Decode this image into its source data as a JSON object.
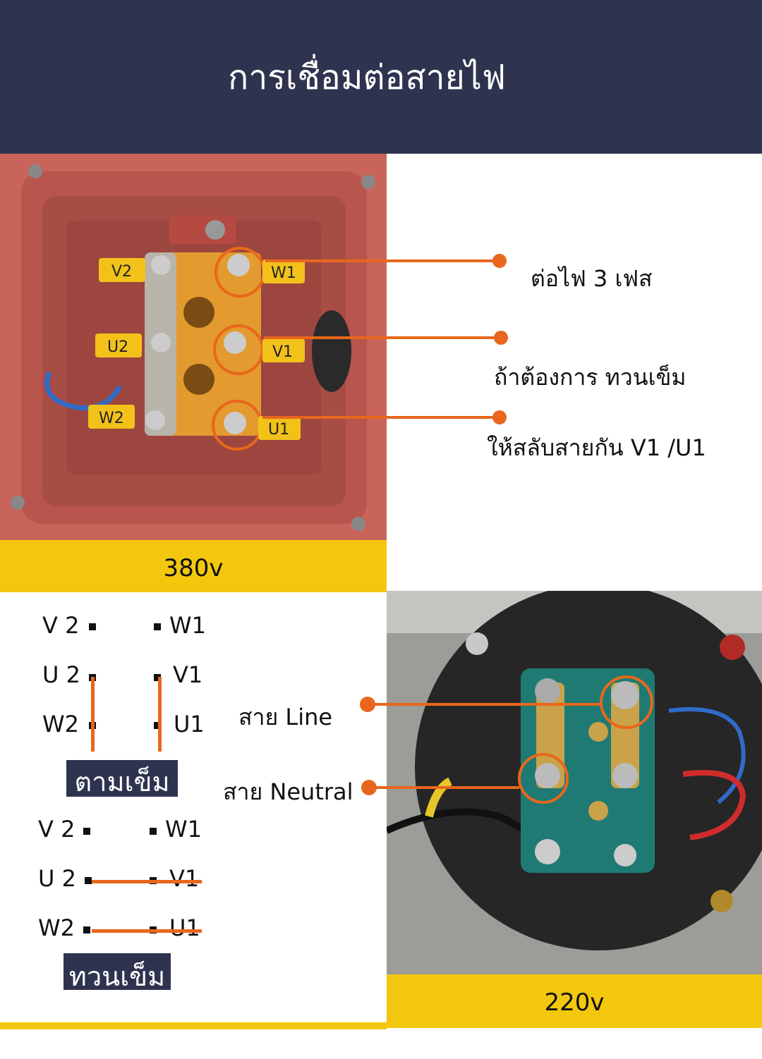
{
  "header": {
    "title": "การเชื่อมต่อสายไฟ"
  },
  "photo_380": {
    "voltage_label": "380v",
    "terminals": {
      "V2": "V2",
      "U2": "U2",
      "W2": "W2",
      "W1": "W1",
      "V1": "V1",
      "U1": "U1"
    },
    "callouts": [
      "ต่อไฟ 3 เฟส",
      "ถ้าต้องการ ทวนเข็ม",
      "ให้สลับสายกัน V1 /U1"
    ]
  },
  "photo_220": {
    "voltage_label": "220v",
    "callouts": [
      "สาย Line",
      "สาย Neutral"
    ]
  },
  "diagram_cw": {
    "labels": {
      "v2": "V 2",
      "w1": "W1",
      "u2": "U 2",
      "v1": "V1",
      "w2": "W2",
      "u1": "U1"
    },
    "caption": "ตามเข็ม"
  },
  "diagram_ccw": {
    "labels": {
      "v2": "V 2",
      "w1": "W1",
      "u2": "U 2",
      "v1": "V1",
      "w2": "W2",
      "u1": "U1"
    },
    "caption": "ทวนเข็ม"
  },
  "colors": {
    "header": "#2e3450",
    "band": "#f4c70f",
    "accent": "#e8671c"
  }
}
